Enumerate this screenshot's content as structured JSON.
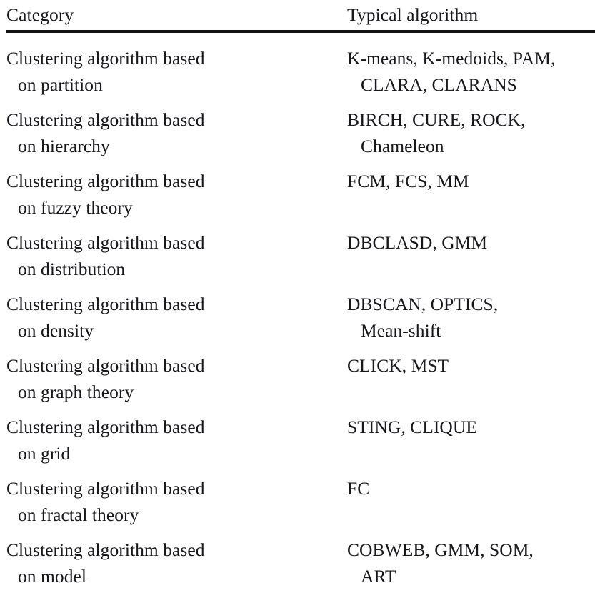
{
  "table": {
    "headers": {
      "category": "Category",
      "algorithm": "Typical algorithm"
    },
    "rule_color": "#111114",
    "text_color": "#17171c",
    "background_color": "#ffffff",
    "rows": [
      {
        "category_line1": "Clustering algorithm based",
        "category_line2": "on partition",
        "algorithm_line1": "K-means, K-medoids, PAM,",
        "algorithm_line2": "CLARA, CLARANS"
      },
      {
        "category_line1": "Clustering algorithm based",
        "category_line2": "on hierarchy",
        "algorithm_line1": "BIRCH, CURE, ROCK,",
        "algorithm_line2": "Chameleon"
      },
      {
        "category_line1": "Clustering algorithm based",
        "category_line2": "on fuzzy theory",
        "algorithm_line1": "FCM, FCS, MM",
        "algorithm_line2": ""
      },
      {
        "category_line1": "Clustering algorithm based",
        "category_line2": "on distribution",
        "algorithm_line1": "DBCLASD, GMM",
        "algorithm_line2": ""
      },
      {
        "category_line1": "Clustering algorithm based",
        "category_line2": "on density",
        "algorithm_line1": "DBSCAN, OPTICS,",
        "algorithm_line2": "Mean-shift"
      },
      {
        "category_line1": "Clustering algorithm based",
        "category_line2": "on graph theory",
        "algorithm_line1": "CLICK, MST",
        "algorithm_line2": ""
      },
      {
        "category_line1": "Clustering algorithm based",
        "category_line2": "on grid",
        "algorithm_line1": "STING, CLIQUE",
        "algorithm_line2": ""
      },
      {
        "category_line1": "Clustering algorithm based",
        "category_line2": "on fractal theory",
        "algorithm_line1": "FC",
        "algorithm_line2": ""
      },
      {
        "category_line1": "Clustering algorithm based",
        "category_line2": "on model",
        "algorithm_line1": "COBWEB, GMM, SOM,",
        "algorithm_line2": "ART"
      }
    ]
  }
}
